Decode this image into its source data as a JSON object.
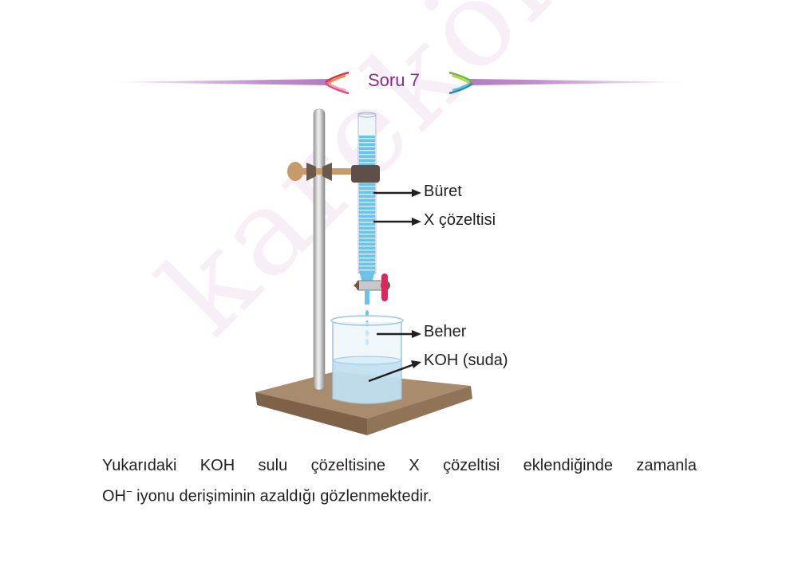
{
  "header": {
    "title": "Soru 7"
  },
  "watermark": "karekök",
  "figure": {
    "labels": {
      "buret": "Büret",
      "x_solution": "X çözeltisi",
      "beaker": "Beher",
      "koh": "KOH (suda)"
    }
  },
  "question": {
    "line1": "Yukarıdaki KOH sulu çözeltisine X çözeltisi eklendiğinde zamanla",
    "line2_prefix": "OH",
    "line2_sup": "−",
    "line2_rest": " iyonu derişiminin azaldığı gözlenmektedir."
  },
  "colors": {
    "title": "#8e2a8c",
    "liquid": "#6cc3ea",
    "base": "#a88c6d"
  }
}
